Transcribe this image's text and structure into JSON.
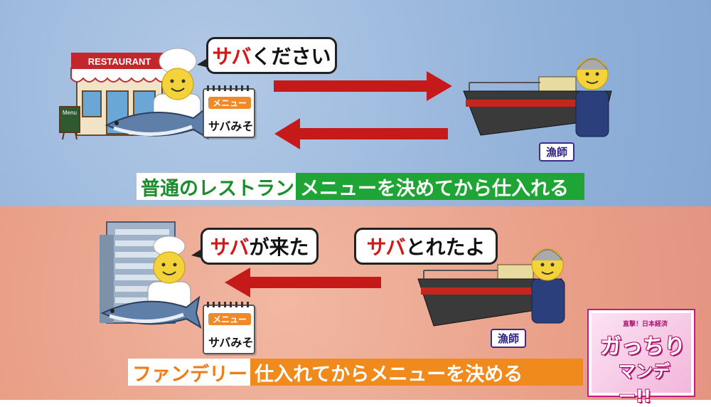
{
  "top": {
    "restaurant_sign": "RESTAURANT",
    "menu_board": "Menu",
    "speech": {
      "part_red": "サバ",
      "part_black": "ください"
    },
    "memo": {
      "tag": "メニュー",
      "item": "サバみそ"
    },
    "fisher_label": "漁師",
    "caption": {
      "left": "普通のレストラン",
      "right": "メニューを決めてから仕入れる"
    }
  },
  "bottom": {
    "speech_chef": {
      "part_red": "サバ",
      "part_black": "が来た"
    },
    "speech_fisher": {
      "part_red": "サバ",
      "part_black": "とれたよ"
    },
    "memo": {
      "tag": "メニュー",
      "item": "サバみそ"
    },
    "fisher_label": "漁師",
    "caption": {
      "left": "ファンデリー",
      "right": "仕入れてからメニューを決める"
    }
  },
  "logo": {
    "top_text": "直撃！日本経済",
    "line1": "ガっちり",
    "line2": "マンデー!!"
  },
  "colors": {
    "arrow": "#c61a1a",
    "green": "#1ea535",
    "orange": "#f08a1c",
    "top_bg": "#8fb0d8",
    "bottom_bg": "#e99f88"
  }
}
